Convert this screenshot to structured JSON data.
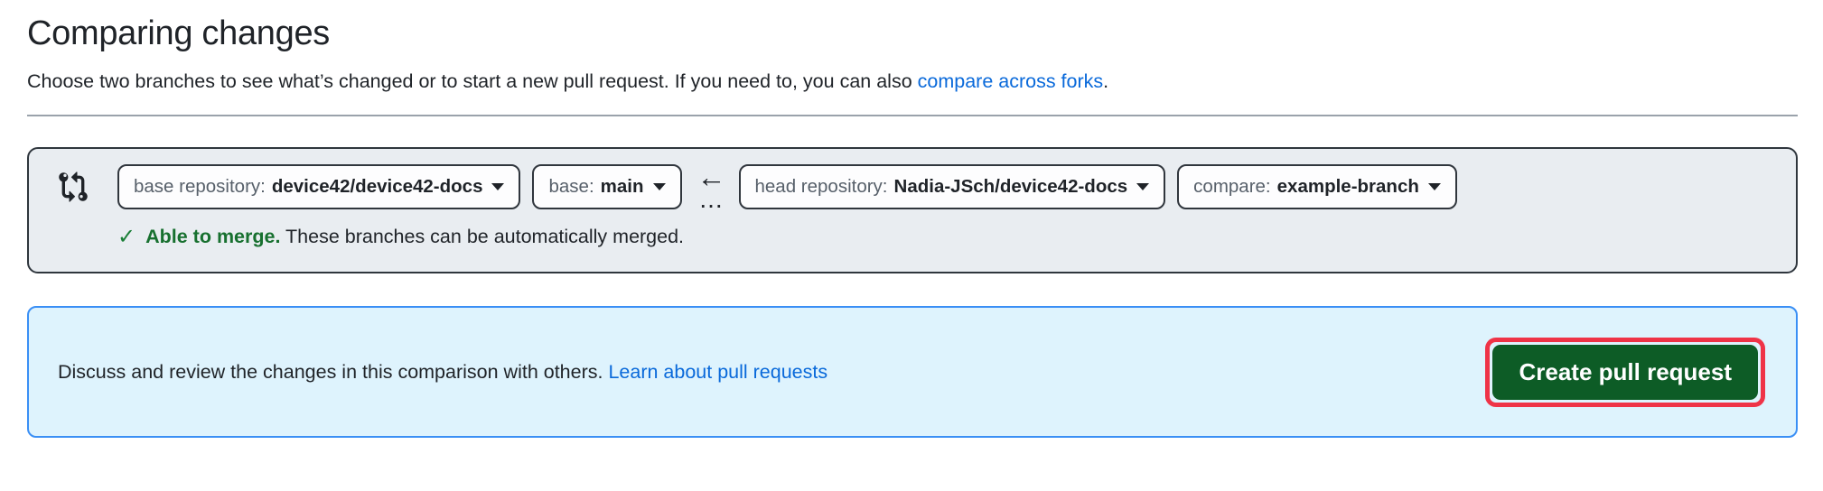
{
  "page": {
    "title": "Comparing changes",
    "subtitle_pre": "Choose two branches to see what’s changed or to start a new pull request. If you need to, you can also ",
    "subtitle_link": "compare across forks",
    "subtitle_period": "."
  },
  "compare_bar": {
    "icon": "git-compare-icon",
    "selectors": [
      {
        "label": "base repository:",
        "value": "device42/device42-docs"
      },
      {
        "label": "base:",
        "value": "main"
      },
      {
        "label": "head repository:",
        "value": "Nadia-JSch/device42-docs"
      },
      {
        "label": "compare:",
        "value": "example-branch"
      }
    ],
    "range_arrow": "←",
    "range_dots": "...",
    "merge_status": {
      "check": "✓",
      "bold": "Able to merge.",
      "rest": " These branches can be automatically merged."
    }
  },
  "cta": {
    "text_pre": "Discuss and review the changes in this comparison with others. ",
    "link": "Learn about pull requests",
    "button_label": "Create pull request"
  },
  "colors": {
    "link_blue": "#0969da",
    "success_green_text": "#17702f",
    "button_green": "#0d5c26",
    "annotation_red": "#ef3347",
    "banner_bg": "#def3fd",
    "banner_border": "#3a8ff5",
    "box_bg": "#e9edf1",
    "box_border": "#2f363d"
  }
}
